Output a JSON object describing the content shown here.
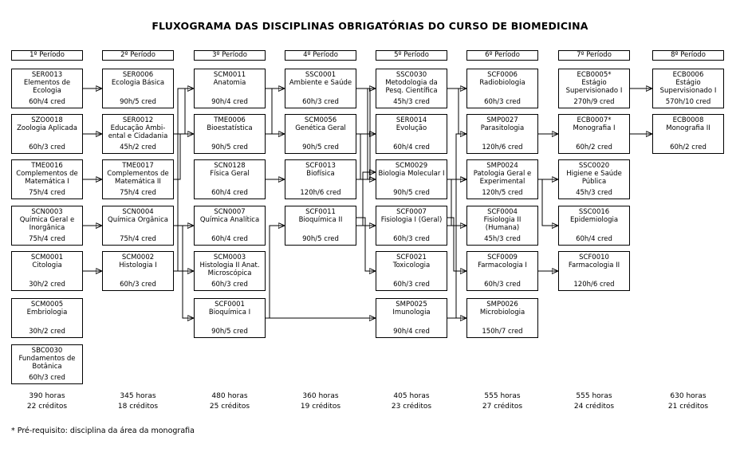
{
  "title": "FLUXOGRAMA DAS DISCIPLINAS OBRIGATÓRIAS DO CURSO DE BIOMEDICINA",
  "footnote": "* Pré-requisito: disciplina da área da monografia",
  "columns": [
    {
      "header": "1º Período",
      "total_hours": "390 horas",
      "total_credits": "22 créditos",
      "boxes": [
        {
          "code": "SER0013",
          "name": "Elementos de Ecologia",
          "hours": "60h/4 cred",
          "row": 0
        },
        {
          "code": "SZO0018",
          "name": "Zoologia Aplicada",
          "hours": "60h/3 cred",
          "row": 1
        },
        {
          "code": "TME0016",
          "name": "Complementos de Matemática I",
          "hours": "75h/4 cred",
          "row": 2
        },
        {
          "code": "SCN0003",
          "name": "Química Geral e Inorgânica",
          "hours": "75h/4 cred",
          "row": 3
        },
        {
          "code": "SCM0001",
          "name": "Citologia",
          "hours": "30h/2 cred",
          "row": 4
        },
        {
          "code": "SCM0005",
          "name": "Embriologia",
          "hours": "30h/2 cred",
          "row": 5
        },
        {
          "code": "SBC0030",
          "name": "Fundamentos de Botânica",
          "hours": "60h/3 cred",
          "row": 6
        }
      ]
    },
    {
      "header": "2º Período",
      "total_hours": "345 horas",
      "total_credits": "18 créditos",
      "boxes": [
        {
          "code": "SER0006",
          "name": "Ecologia Básica",
          "hours": "90h/5 cred",
          "row": 0
        },
        {
          "code": "SER0012",
          "name": "Educação Ambi-ental e Cidadania",
          "hours": "45h/2 cred",
          "row": 1
        },
        {
          "code": "TME0017",
          "name": "Complementos de Matemática II",
          "hours": "75h/4 cred",
          "row": 2
        },
        {
          "code": "SCN0004",
          "name": "Química Orgânica",
          "hours": "75h/4 cred",
          "row": 3
        },
        {
          "code": "SCM0002",
          "name": "Histologia I",
          "hours": "60h/3 cred",
          "row": 4
        }
      ]
    },
    {
      "header": "3º Período",
      "total_hours": "480 horas",
      "total_credits": "25 créditos",
      "boxes": [
        {
          "code": "SCM0011",
          "name": "Anatomia",
          "hours": "90h/4 cred",
          "row": 0
        },
        {
          "code": "TME0006",
          "name": "Bioestatística",
          "hours": "90h/5 cred",
          "row": 1
        },
        {
          "code": "SCN0128",
          "name": "Física Geral",
          "hours": "60h/4 cred",
          "row": 2
        },
        {
          "code": "SCN0007",
          "name": "Química Analítica",
          "hours": "60h/4 cred",
          "row": 3
        },
        {
          "code": "SCM0003",
          "name": "Histologia II Anat. Microscópica",
          "hours": "60h/3 cred",
          "row": 4
        },
        {
          "code": "SCF0001",
          "name": "Bioquímica I",
          "hours": "90h/5 cred",
          "row": 5
        }
      ]
    },
    {
      "header": "4º Período",
      "total_hours": "360 horas",
      "total_credits": "19 créditos",
      "boxes": [
        {
          "code": "SSC0001",
          "name": "Ambiente e Saúde",
          "hours": "60h/3 cred",
          "row": 0
        },
        {
          "code": "SCM0056",
          "name": "Genética Geral",
          "hours": "90h/5 cred",
          "row": 1
        },
        {
          "code": "SCF0013",
          "name": "Biofísica",
          "hours": "120h/6 cred",
          "row": 2
        },
        {
          "code": "SCF0011",
          "name": "Bioquímica II",
          "hours": "90h/5 cred",
          "row": 3
        }
      ]
    },
    {
      "header": "5º Período",
      "total_hours": "405 horas",
      "total_credits": "23 créditos",
      "boxes": [
        {
          "code": "SSC0030",
          "name": "Metodologia da Pesq. Científica",
          "hours": "45h/3 cred",
          "row": 0
        },
        {
          "code": "SER0014",
          "name": "Evolução",
          "hours": "60h/4 cred",
          "row": 1
        },
        {
          "code": "SCM0029",
          "name": "Biologia Molecular I",
          "hours": "90h/5 cred",
          "row": 2
        },
        {
          "code": "SCF0007",
          "name": "Fisiologia I (Geral)",
          "hours": "60h/3 cred",
          "row": 3
        },
        {
          "code": "SCF0021",
          "name": "Toxicologia",
          "hours": "60h/3 cred",
          "row": 4
        },
        {
          "code": "SMP0025",
          "name": "Imunologia",
          "hours": "90h/4 cred",
          "row": 5
        }
      ]
    },
    {
      "header": "6º Período",
      "total_hours": "555 horas",
      "total_credits": "27 créditos",
      "boxes": [
        {
          "code": "SCF0006",
          "name": "Radiobiologia",
          "hours": "60h/3 cred",
          "row": 0
        },
        {
          "code": "SMP0027",
          "name": "Parasitologia",
          "hours": "120h/6 cred",
          "row": 1
        },
        {
          "code": "SMP0024",
          "name": "Patologia Geral e Experimental",
          "hours": "120h/5 cred",
          "row": 2
        },
        {
          "code": "SCF0004",
          "name": "Fisiologia II (Humana)",
          "hours": "45h/3 cred",
          "row": 3
        },
        {
          "code": "SCF0009",
          "name": "Farmacologia I",
          "hours": "60h/3 cred",
          "row": 4
        },
        {
          "code": "SMP0026",
          "name": "Microbiologia",
          "hours": "150h/7 cred",
          "row": 5
        }
      ]
    },
    {
      "header": "7º Período",
      "total_hours": "555 horas",
      "total_credits": "24 créditos",
      "boxes": [
        {
          "code": "ECB0005*",
          "name": "Estágio Supervisionado I",
          "hours": "270h/9 cred",
          "row": 0
        },
        {
          "code": "ECB0007*",
          "name": "Monografia I",
          "hours": "60h/2 cred",
          "row": 1
        },
        {
          "code": "SSC0020",
          "name": "Higiene e Saúde Pública",
          "hours": "45h/3 cred",
          "row": 2
        },
        {
          "code": "SSC0016",
          "name": "Epidemiologia",
          "hours": "60h/4 cred",
          "row": 3
        },
        {
          "code": "SCF0010",
          "name": "Farmacologia II",
          "hours": "120h/6 cred",
          "row": 4
        }
      ]
    },
    {
      "header": "8º Período",
      "total_hours": "630 horas",
      "total_credits": "21 créditos",
      "boxes": [
        {
          "code": "ECB0006",
          "name": "Estágio Supervisionado I",
          "hours": "570h/10 cred",
          "row": 0
        },
        {
          "code": "ECB0008",
          "name": "Monografia II",
          "hours": "60h/2 cred",
          "row": 1
        }
      ]
    }
  ],
  "connections": [
    [
      "SER0013",
      "SER0006"
    ],
    [
      "SZO0018",
      "SER0012"
    ],
    [
      "TME0016",
      "TME0017"
    ],
    [
      "SCN0003",
      "SCN0004"
    ],
    [
      "SCM0001",
      "SCM0002"
    ],
    [
      "SCM0002",
      "SCM0011"
    ],
    [
      "TME0017",
      "TME0006"
    ],
    [
      "SCN0004",
      "SCN0007"
    ],
    [
      "SCM0002",
      "SCM0003"
    ],
    [
      "SCN0004",
      "SCF0001"
    ],
    [
      "SER0012",
      "SSC0001"
    ],
    [
      "TME0006",
      "SCM0056"
    ],
    [
      "SCN0128",
      "SCF0013"
    ],
    [
      "SCF0001",
      "SCF0011"
    ],
    [
      "TME0006",
      "SSC0030"
    ],
    [
      "SCM0056",
      "SER0014"
    ],
    [
      "SCM0056",
      "SCM0029"
    ],
    [
      "SCF0011",
      "SCM0029"
    ],
    [
      "SCF0011",
      "SCF0007"
    ],
    [
      "SCF0011",
      "SCF0021"
    ],
    [
      "SCF0001",
      "SMP0025"
    ],
    [
      "SCF0013",
      "SCF0006"
    ],
    [
      "SCF0007",
      "SMP0024"
    ],
    [
      "SCM0029",
      "SMP0024"
    ],
    [
      "SCF0007",
      "SCF0004"
    ],
    [
      "SCF0007",
      "SCF0009"
    ],
    [
      "SMP0025",
      "SMP0027"
    ],
    [
      "SMP0025",
      "SMP0026"
    ],
    [
      "SSC0001",
      "SSC0020"
    ],
    [
      "SSC0030",
      "ECB0007*"
    ],
    [
      "SMP0024",
      "SSC0016"
    ],
    [
      "SCF0009",
      "SCF0010"
    ],
    [
      "ECB0005*",
      "ECB0006"
    ],
    [
      "ECB0007*",
      "ECB0008"
    ]
  ]
}
